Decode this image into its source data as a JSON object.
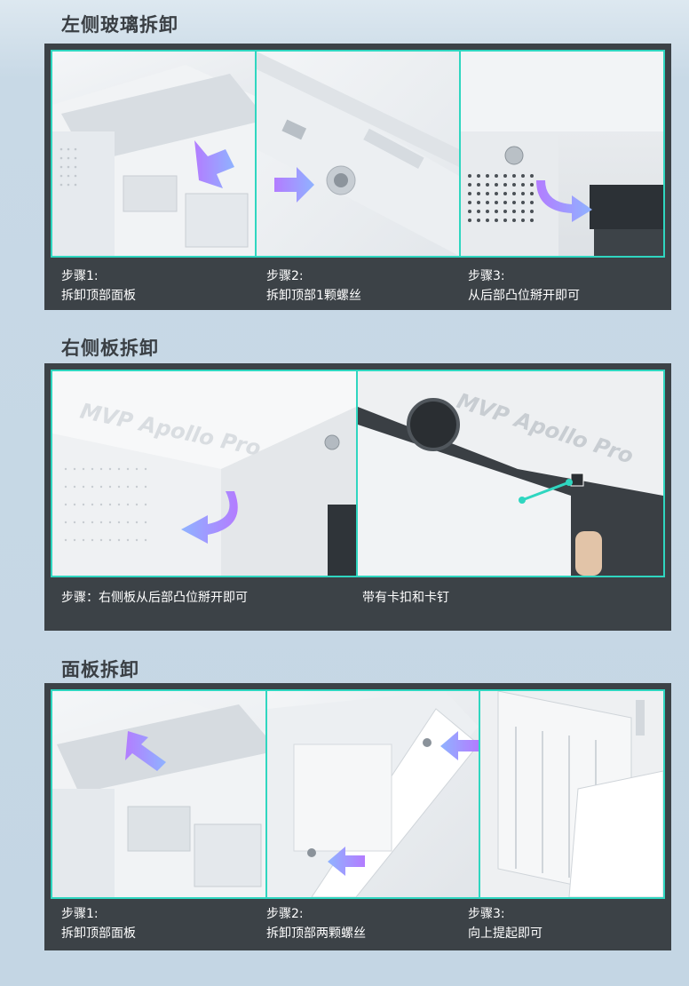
{
  "section1": {
    "title": "左侧玻璃拆卸",
    "steps": [
      {
        "label": "步骤1:",
        "desc": "拆卸顶部面板"
      },
      {
        "label": "步骤2:",
        "desc": "拆卸顶部1颗螺丝"
      },
      {
        "label": "步骤3:",
        "desc": "从后部凸位掰开即可"
      }
    ]
  },
  "section2": {
    "title": "右侧板拆卸",
    "step_text": "步骤：右侧板从后部凸位掰开即可",
    "note_text": "带有卡扣和卡钉",
    "brand_text": "MVP Apollo Pro"
  },
  "section3": {
    "title": "面板拆卸",
    "steps": [
      {
        "label": "步骤1:",
        "desc": "拆卸顶部面板"
      },
      {
        "label": "步骤2:",
        "desc": "拆卸顶部两颗螺丝"
      },
      {
        "label": "步骤3:",
        "desc": "向上提起即可"
      }
    ]
  },
  "colors": {
    "accent": "#2fd6c0",
    "panel_bg": "#3c4247",
    "arrow_gradient_start": "#8fb3ff",
    "arrow_gradient_end": "#b37cff"
  }
}
